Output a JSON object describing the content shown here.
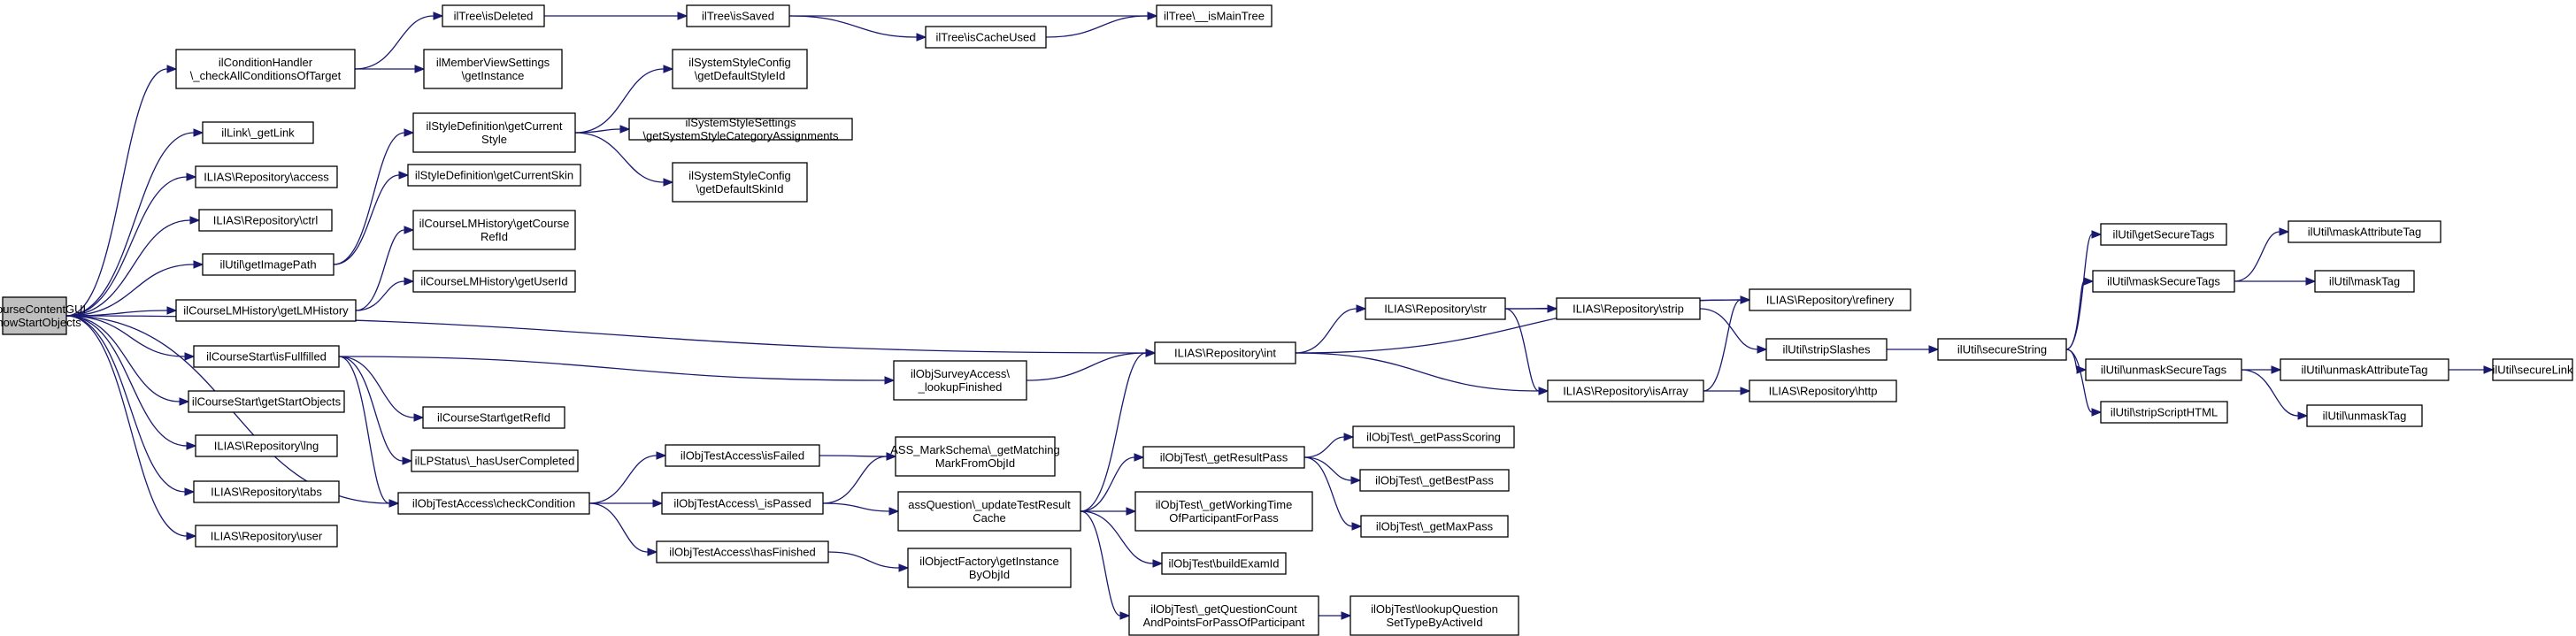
{
  "diagram": {
    "nodes": [
      {
        "id": "root",
        "lines": [
          "ilCourseContentGUI",
          "\\showStartObjects"
        ],
        "root": true
      },
      {
        "id": "cond",
        "lines": [
          "ilConditionHandler",
          "\\_checkAllConditionsOfTarget"
        ]
      },
      {
        "id": "isDeleted",
        "lines": [
          "ilTree\\isDeleted"
        ]
      },
      {
        "id": "isSaved",
        "lines": [
          "ilTree\\isSaved"
        ]
      },
      {
        "id": "isMainTree",
        "lines": [
          "ilTree\\__isMainTree"
        ]
      },
      {
        "id": "isCacheUsed",
        "lines": [
          "ilTree\\isCacheUsed"
        ]
      },
      {
        "id": "memberView",
        "lines": [
          "ilMemberViewSettings",
          "\\getInstance"
        ]
      },
      {
        "id": "getLink",
        "lines": [
          "ilLink\\_getLink"
        ]
      },
      {
        "id": "access",
        "lines": [
          "ILIAS\\Repository\\access"
        ]
      },
      {
        "id": "ctrl",
        "lines": [
          "ILIAS\\Repository\\ctrl"
        ]
      },
      {
        "id": "getImagePath",
        "lines": [
          "ilUtil\\getImagePath"
        ]
      },
      {
        "id": "getCurrentStyle",
        "lines": [
          "ilStyleDefinition\\getCurrent",
          "Style"
        ]
      },
      {
        "id": "getCurrentSkin",
        "lines": [
          "ilStyleDefinition\\getCurrentSkin"
        ]
      },
      {
        "id": "defStyleId",
        "lines": [
          "ilSystemStyleConfig",
          "\\getDefaultStyleId"
        ]
      },
      {
        "id": "sysCatAssign",
        "lines": [
          "ilSystemStyleSettings",
          "\\getSystemStyleCategoryAssignments"
        ]
      },
      {
        "id": "defSkinId",
        "lines": [
          "ilSystemStyleConfig",
          "\\getDefaultSkinId"
        ]
      },
      {
        "id": "getLMHistory",
        "lines": [
          "ilCourseLMHistory\\getLMHistory"
        ]
      },
      {
        "id": "getCourseRefId",
        "lines": [
          "ilCourseLMHistory\\getCourse",
          "RefId"
        ]
      },
      {
        "id": "getUserId",
        "lines": [
          "ilCourseLMHistory\\getUserId"
        ]
      },
      {
        "id": "isFullfilled",
        "lines": [
          "ilCourseStart\\isFullfilled"
        ]
      },
      {
        "id": "getStartObjects",
        "lines": [
          "ilCourseStart\\getStartObjects"
        ]
      },
      {
        "id": "lng",
        "lines": [
          "ILIAS\\Repository\\lng"
        ]
      },
      {
        "id": "tabs",
        "lines": [
          "ILIAS\\Repository\\tabs"
        ]
      },
      {
        "id": "user",
        "lines": [
          "ILIAS\\Repository\\user"
        ]
      },
      {
        "id": "getRefId",
        "lines": [
          "ilCourseStart\\getRefId"
        ]
      },
      {
        "id": "hasUserCompleted",
        "lines": [
          "ilLPStatus\\_hasUserCompleted"
        ]
      },
      {
        "id": "checkCondition",
        "lines": [
          "ilObjTestAccess\\checkCondition"
        ]
      },
      {
        "id": "isFailed",
        "lines": [
          "ilObjTestAccess\\isFailed"
        ]
      },
      {
        "id": "isPassed",
        "lines": [
          "ilObjTestAccess\\_isPassed"
        ]
      },
      {
        "id": "hasFinished",
        "lines": [
          "ilObjTestAccess\\hasFinished"
        ]
      },
      {
        "id": "lookupFinished",
        "lines": [
          "ilObjSurveyAccess\\",
          "_lookupFinished"
        ]
      },
      {
        "id": "getMatchingMark",
        "lines": [
          "ASS_MarkSchema\\_getMatching",
          "MarkFromObjId"
        ]
      },
      {
        "id": "updateTestResult",
        "lines": [
          "assQuestion\\_updateTestResult",
          "Cache"
        ]
      },
      {
        "id": "getInstanceByObjId",
        "lines": [
          "ilObjectFactory\\getInstance",
          "ByObjId"
        ]
      },
      {
        "id": "int",
        "lines": [
          "ILIAS\\Repository\\int"
        ]
      },
      {
        "id": "str",
        "lines": [
          "ILIAS\\Repository\\str"
        ]
      },
      {
        "id": "strip",
        "lines": [
          "ILIAS\\Repository\\strip"
        ]
      },
      {
        "id": "refinery",
        "lines": [
          "ILIAS\\Repository\\refinery"
        ]
      },
      {
        "id": "isArray",
        "lines": [
          "ILIAS\\Repository\\isArray"
        ]
      },
      {
        "id": "http",
        "lines": [
          "ILIAS\\Repository\\http"
        ]
      },
      {
        "id": "stripSlashes",
        "lines": [
          "ilUtil\\stripSlashes"
        ]
      },
      {
        "id": "secureString",
        "lines": [
          "ilUtil\\secureString"
        ]
      },
      {
        "id": "getSecureTags",
        "lines": [
          "ilUtil\\getSecureTags"
        ]
      },
      {
        "id": "maskSecureTags",
        "lines": [
          "ilUtil\\maskSecureTags"
        ]
      },
      {
        "id": "unmaskSecureTags",
        "lines": [
          "ilUtil\\unmaskSecureTags"
        ]
      },
      {
        "id": "stripScriptHTML",
        "lines": [
          "ilUtil\\stripScriptHTML"
        ]
      },
      {
        "id": "maskAttributeTag",
        "lines": [
          "ilUtil\\maskAttributeTag"
        ]
      },
      {
        "id": "maskTag",
        "lines": [
          "ilUtil\\maskTag"
        ]
      },
      {
        "id": "unmaskAttributeTag",
        "lines": [
          "ilUtil\\unmaskAttributeTag"
        ]
      },
      {
        "id": "unmaskTag",
        "lines": [
          "ilUtil\\unmaskTag"
        ]
      },
      {
        "id": "secureLink",
        "lines": [
          "ilUtil\\secureLink"
        ]
      },
      {
        "id": "getResultPass",
        "lines": [
          "ilObjTest\\_getResultPass"
        ]
      },
      {
        "id": "getPassScoring",
        "lines": [
          "ilObjTest\\_getPassScoring"
        ]
      },
      {
        "id": "getBestPass",
        "lines": [
          "ilObjTest\\_getBestPass"
        ]
      },
      {
        "id": "getMaxPass",
        "lines": [
          "ilObjTest\\_getMaxPass"
        ]
      },
      {
        "id": "getWorkingTime",
        "lines": [
          "ilObjTest\\_getWorkingTime",
          "OfParticipantForPass"
        ]
      },
      {
        "id": "buildExamId",
        "lines": [
          "ilObjTest\\buildExamId"
        ]
      },
      {
        "id": "getQuestionCount",
        "lines": [
          "ilObjTest\\_getQuestionCount",
          "AndPointsForPassOfParticipant"
        ]
      },
      {
        "id": "lookupQuestionSetType",
        "lines": [
          "ilObjTest\\lookupQuestion",
          "SetTypeByActiveId"
        ]
      }
    ],
    "edges": [
      [
        "root",
        "cond"
      ],
      [
        "root",
        "getLink"
      ],
      [
        "root",
        "access"
      ],
      [
        "root",
        "ctrl"
      ],
      [
        "root",
        "getImagePath"
      ],
      [
        "root",
        "getLMHistory"
      ],
      [
        "root",
        "isFullfilled"
      ],
      [
        "root",
        "getStartObjects"
      ],
      [
        "root",
        "lng"
      ],
      [
        "root",
        "tabs"
      ],
      [
        "root",
        "user"
      ],
      [
        "root",
        "checkCondition"
      ],
      [
        "root",
        "int"
      ],
      [
        "cond",
        "isDeleted"
      ],
      [
        "cond",
        "memberView"
      ],
      [
        "isDeleted",
        "isSaved"
      ],
      [
        "isSaved",
        "isMainTree"
      ],
      [
        "isSaved",
        "isCacheUsed"
      ],
      [
        "isCacheUsed",
        "isMainTree"
      ],
      [
        "getImagePath",
        "getCurrentStyle"
      ],
      [
        "getImagePath",
        "getCurrentSkin"
      ],
      [
        "getCurrentStyle",
        "defStyleId"
      ],
      [
        "getCurrentStyle",
        "sysCatAssign"
      ],
      [
        "getCurrentStyle",
        "defSkinId"
      ],
      [
        "getLMHistory",
        "getCourseRefId"
      ],
      [
        "getLMHistory",
        "getUserId"
      ],
      [
        "isFullfilled",
        "getRefId"
      ],
      [
        "isFullfilled",
        "hasUserCompleted"
      ],
      [
        "isFullfilled",
        "checkCondition"
      ],
      [
        "isFullfilled",
        "lookupFinished"
      ],
      [
        "checkCondition",
        "isFailed"
      ],
      [
        "checkCondition",
        "isPassed"
      ],
      [
        "checkCondition",
        "hasFinished"
      ],
      [
        "isFailed",
        "getMatchingMark"
      ],
      [
        "isPassed",
        "getMatchingMark"
      ],
      [
        "isPassed",
        "updateTestResult"
      ],
      [
        "hasFinished",
        "getInstanceByObjId"
      ],
      [
        "lookupFinished",
        "int"
      ],
      [
        "updateTestResult",
        "int"
      ],
      [
        "updateTestResult",
        "getResultPass"
      ],
      [
        "updateTestResult",
        "getWorkingTime"
      ],
      [
        "updateTestResult",
        "buildExamId"
      ],
      [
        "updateTestResult",
        "getQuestionCount"
      ],
      [
        "getResultPass",
        "getPassScoring"
      ],
      [
        "getResultPass",
        "getBestPass"
      ],
      [
        "getResultPass",
        "getMaxPass"
      ],
      [
        "getQuestionCount",
        "lookupQuestionSetType"
      ],
      [
        "int",
        "str"
      ],
      [
        "int",
        "refinery"
      ],
      [
        "int",
        "isArray"
      ],
      [
        "str",
        "strip"
      ],
      [
        "str",
        "refinery"
      ],
      [
        "str",
        "isArray"
      ],
      [
        "strip",
        "stripSlashes"
      ],
      [
        "isArray",
        "refinery"
      ],
      [
        "isArray",
        "http"
      ],
      [
        "stripSlashes",
        "secureString"
      ],
      [
        "secureString",
        "getSecureTags"
      ],
      [
        "secureString",
        "maskSecureTags"
      ],
      [
        "secureString",
        "unmaskSecureTags"
      ],
      [
        "secureString",
        "stripScriptHTML"
      ],
      [
        "maskSecureTags",
        "maskAttributeTag"
      ],
      [
        "maskSecureTags",
        "maskTag"
      ],
      [
        "unmaskSecureTags",
        "unmaskAttributeTag"
      ],
      [
        "unmaskSecureTags",
        "unmaskTag"
      ],
      [
        "unmaskAttributeTag",
        "secureLink"
      ]
    ]
  }
}
